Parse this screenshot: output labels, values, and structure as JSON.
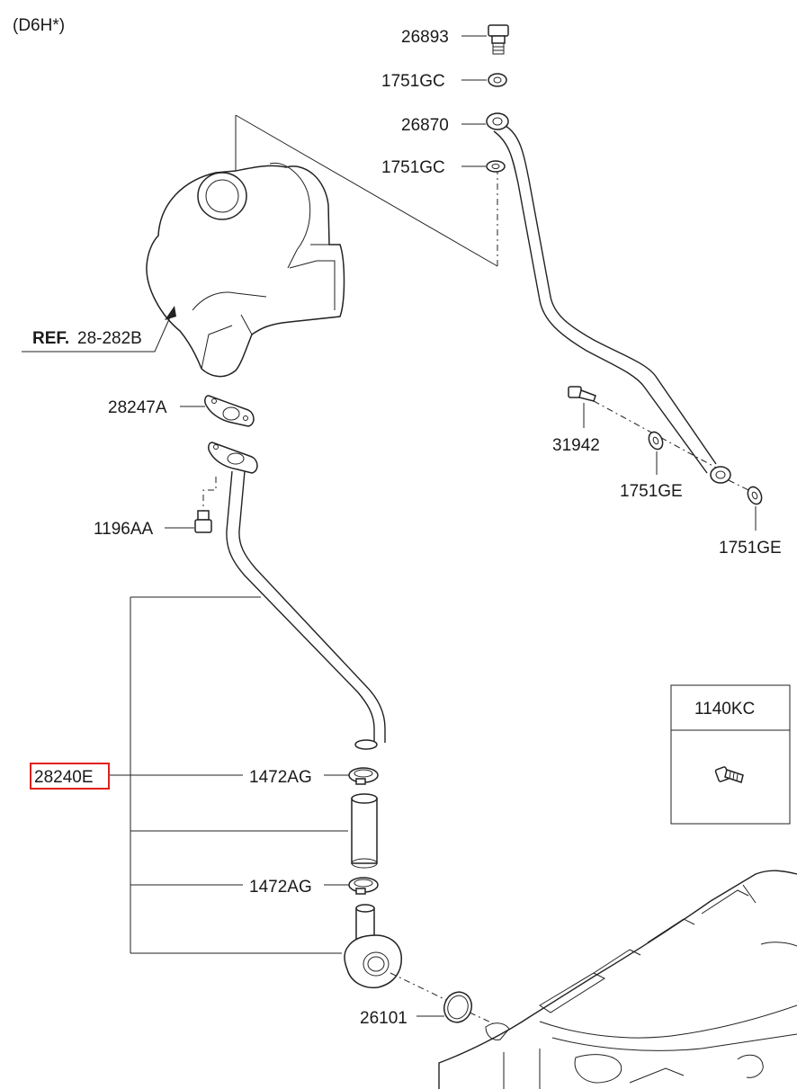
{
  "header": {
    "variant": "(D6H*)"
  },
  "reference": {
    "prefix": "REF.",
    "code": "28-282B"
  },
  "labels": {
    "bolt_top": "26893",
    "washer_top_1": "1751GC",
    "eye_bolt_fitting": "26870",
    "washer_top_2": "1751GC",
    "gasket": "28247A",
    "bolt_small": "1196AA",
    "bolt_right": "31942",
    "washer_right_1": "1751GE",
    "washer_right_2": "1751GE",
    "assembly": "28240E",
    "clamp_upper": "1472AG",
    "clamp_lower": "1472AG",
    "oring": "26101"
  },
  "callout_box": {
    "title": "1140KC",
    "icon": "bolt-icon"
  },
  "highlight": {
    "target": "28240E",
    "color": "#e0201b"
  }
}
